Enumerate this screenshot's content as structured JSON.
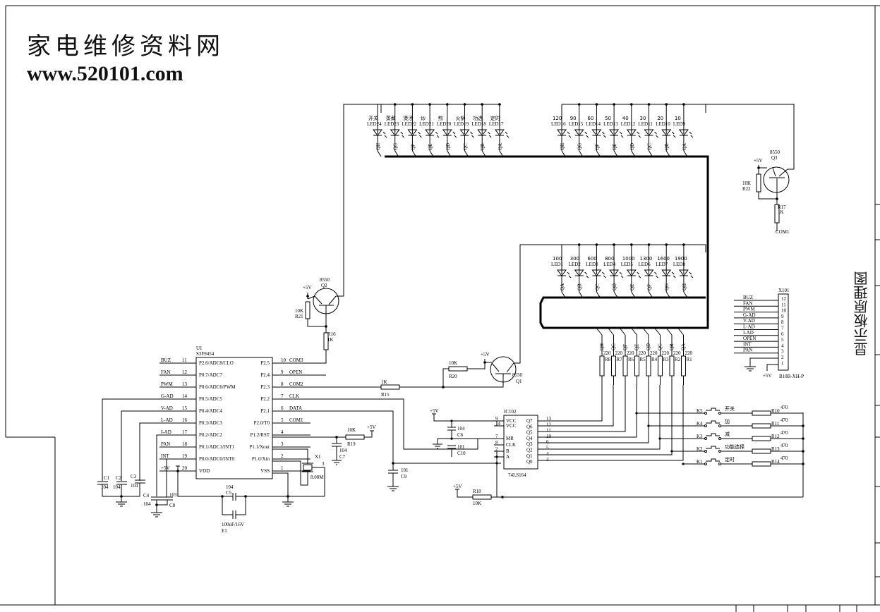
{
  "logo": {
    "cn": "家电维修资料网",
    "url": "www.520101.com"
  },
  "title": "显示板原理图",
  "led_top_left": [
    {
      "fn": "开关",
      "id": "LED24",
      "q": "QH"
    },
    {
      "fn": "蒸煮",
      "id": "LED23",
      "q": "QG"
    },
    {
      "fn": "煲汤",
      "id": "LED22",
      "q": "QF"
    },
    {
      "fn": "炒",
      "id": "LED21",
      "q": "QE"
    },
    {
      "fn": "煎",
      "id": "LED20",
      "q": "QD"
    },
    {
      "fn": "火锅",
      "id": "LED19",
      "q": "QC"
    },
    {
      "fn": "功选",
      "id": "LED18",
      "q": "QB"
    },
    {
      "fn": "定时",
      "id": "LED17",
      "q": "QA"
    }
  ],
  "led_top_right": [
    {
      "fn": "120",
      "id": "LED16",
      "q": "QH"
    },
    {
      "fn": "90",
      "id": "LED15",
      "q": "QG"
    },
    {
      "fn": "60",
      "id": "LED14",
      "q": "QF"
    },
    {
      "fn": "50",
      "id": "LED13",
      "q": "QE"
    },
    {
      "fn": "40",
      "id": "LED12",
      "q": "QD"
    },
    {
      "fn": "30",
      "id": "LED11",
      "q": "QC"
    },
    {
      "fn": "20",
      "id": "LED10",
      "q": "QB"
    },
    {
      "fn": "10",
      "id": "LED9",
      "q": "QA"
    }
  ],
  "led_mid": [
    {
      "fn": "100",
      "id": "LED1",
      "q": "QA"
    },
    {
      "fn": "300",
      "id": "LED2",
      "q": "QB"
    },
    {
      "fn": "600",
      "id": "LED3",
      "q": "QC"
    },
    {
      "fn": "800",
      "id": "LED4",
      "q": "QD"
    },
    {
      "fn": "1000",
      "id": "LED5",
      "q": "QE"
    },
    {
      "fn": "1300",
      "id": "LED6",
      "q": "QF"
    },
    {
      "fn": "1600",
      "id": "LED7",
      "q": "QG"
    },
    {
      "fn": "1900",
      "id": "LED8",
      "q": "QH"
    }
  ],
  "resistors_220": [
    {
      "q": "QH",
      "val": "220",
      "id": "R8"
    },
    {
      "q": "QG",
      "val": "220",
      "id": "R7"
    },
    {
      "q": "QF",
      "val": "220",
      "id": "R6"
    },
    {
      "q": "QE",
      "val": "220",
      "id": "R5"
    },
    {
      "q": "QD",
      "val": "220",
      "id": "R4"
    },
    {
      "q": "QC",
      "val": "220",
      "id": "R3"
    },
    {
      "q": "QB",
      "val": "220",
      "id": "R2"
    },
    {
      "q": "QA",
      "val": "220",
      "id": "R1"
    }
  ],
  "q3": {
    "type": "8550",
    "id": "Q3",
    "vcc": "+5V",
    "rb": "10K",
    "rb_id": "R22",
    "r": "R17",
    "r_val": "1K",
    "net": "COM1"
  },
  "q2": {
    "type": "8550",
    "id": "Q2",
    "vcc": "+5V",
    "rb": "10K",
    "rb_id": "R21",
    "r": "R16",
    "r_val": "1K"
  },
  "q1": {
    "type": "8550",
    "id": "Q1",
    "vcc": "+5V",
    "rb": "10K",
    "rb_id": "R20",
    "r": "R15",
    "r_val": "1K"
  },
  "u1": {
    "id": "U1",
    "part": "S3F9454",
    "left": [
      {
        "net": "BUZ",
        "pin": "11",
        "name": "P2.6/ADC8/CLO"
      },
      {
        "net": "FAN",
        "pin": "12",
        "name": "P0.7/ADC7"
      },
      {
        "net": "PWM",
        "pin": "13",
        "name": "P0.6/ADC6/PWM"
      },
      {
        "net": "G-AD",
        "pin": "14",
        "name": "P0.5/ADC5"
      },
      {
        "net": "V-AD",
        "pin": "15",
        "name": "P0.4/ADC4"
      },
      {
        "net": "L-AD",
        "pin": "16",
        "name": "P0.3/ADC3"
      },
      {
        "net": "I-AD",
        "pin": "17",
        "name": "P0.2/ADC2"
      },
      {
        "net": "PAN",
        "pin": "18",
        "name": "P0.1/ADC1/INT1"
      },
      {
        "net": "INT",
        "pin": "19",
        "name": "P0.0/ADC0/INT0"
      },
      {
        "net": "+5V",
        "pin": "20",
        "name": "VDD"
      }
    ],
    "right": [
      {
        "name": "P2.5",
        "pin": "10",
        "net": "COM3"
      },
      {
        "name": "P2.4",
        "pin": "9",
        "net": "OPEN"
      },
      {
        "name": "P2.3",
        "pin": "8",
        "net": "COM2"
      },
      {
        "name": "P2.2",
        "pin": "7",
        "net": "CLK"
      },
      {
        "name": "P2.1",
        "pin": "6",
        "net": "DATA"
      },
      {
        "name": "P2.0/T0",
        "pin": "5",
        "net": "COM1"
      },
      {
        "name": "P1.2/RST",
        "pin": "4",
        "net": ""
      },
      {
        "name": "P1.1/Xout",
        "pin": "3",
        "net": ""
      },
      {
        "name": "P1.0/Xin",
        "pin": "2",
        "net": ""
      },
      {
        "name": "VSS",
        "pin": "1",
        "net": ""
      }
    ]
  },
  "crystal": {
    "id": "X1",
    "val": "8.00M",
    "pin": "3"
  },
  "caps": {
    "c1": {
      "id": "C1",
      "val": "104"
    },
    "c2": {
      "id": "C2",
      "val": "104"
    },
    "c3": {
      "id": "C3",
      "val": "104"
    },
    "c4": {
      "id": "C4",
      "val": "104"
    },
    "c8": {
      "id": "C8",
      "val": "103"
    },
    "c5": {
      "id": "C5",
      "val": "104"
    },
    "e1": {
      "id": "E1",
      "val": "100uF/16V"
    },
    "c7": {
      "id": "C7",
      "val": "104"
    },
    "c9": {
      "id": "C9",
      "val": "101"
    },
    "c6": {
      "id": "C6",
      "val": "104"
    },
    "c10": {
      "id": "C10",
      "val": "101"
    }
  },
  "r19": {
    "id": "R19",
    "val": "10K",
    "vcc": "+5V"
  },
  "r18": {
    "id": "R18",
    "val": "10K",
    "vcc": "+5V"
  },
  "ic102": {
    "id": "IC102",
    "part": "74LS164",
    "vcc_net": "+5V",
    "left": [
      {
        "pin": "9",
        "name": "VCC"
      },
      {
        "pin": "14",
        "name": "VCC"
      },
      {
        "pin": "7",
        "name": "MR"
      },
      {
        "pin": "8",
        "name": "CLK"
      },
      {
        "pin": "2",
        "name": "B"
      },
      {
        "pin": "1",
        "name": "A"
      }
    ],
    "right": [
      {
        "name": "Q7",
        "pin": "13"
      },
      {
        "name": "Q6",
        "pin": "12"
      },
      {
        "name": "Q5",
        "pin": "11"
      },
      {
        "name": "Q4",
        "pin": "10"
      },
      {
        "name": "Q3",
        "pin": "6"
      },
      {
        "name": "Q2",
        "pin": "5"
      },
      {
        "name": "Q1",
        "pin": "4"
      },
      {
        "name": "Q0",
        "pin": "3"
      }
    ]
  },
  "keys": [
    {
      "id": "K5",
      "label": "开关",
      "r": "R10",
      "val": "470"
    },
    {
      "id": "K4",
      "label": "加",
      "r": "R11",
      "val": "470"
    },
    {
      "id": "K3",
      "label": "减",
      "r": "R12",
      "val": "470"
    },
    {
      "id": "K2",
      "label": "功能选择",
      "r": "R13",
      "val": "470"
    },
    {
      "id": "K1",
      "label": "定时",
      "r": "R14",
      "val": "470"
    }
  ],
  "x101": {
    "id": "X101",
    "part": "B10B-XH-P",
    "vcc": "+5V",
    "pins": [
      {
        "net": "BUZ",
        "pin": "12"
      },
      {
        "net": "FAN",
        "pin": "11"
      },
      {
        "net": "PWM",
        "pin": "10"
      },
      {
        "net": "G-AD",
        "pin": "9"
      },
      {
        "net": "V-AD",
        "pin": "8"
      },
      {
        "net": "L-AD",
        "pin": "7"
      },
      {
        "net": "I-AD",
        "pin": "6"
      },
      {
        "net": "OPEN",
        "pin": "5"
      },
      {
        "net": "INT",
        "pin": "4"
      },
      {
        "net": "PAN",
        "pin": "3"
      },
      {
        "net": "",
        "pin": "2"
      },
      {
        "net": "",
        "pin": "1"
      }
    ]
  }
}
